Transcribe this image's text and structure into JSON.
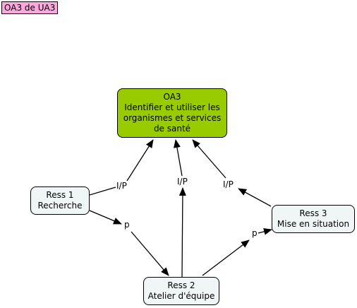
{
  "page_tag": "OA3 de UA3",
  "colors": {
    "tag_fill": "#FFA8E0",
    "main_fill": "#99CC00",
    "resource_fill": "#F0F6F6",
    "line": "#000000"
  },
  "nodes": {
    "main": {
      "title": "OA3",
      "lines": [
        "Identifier et utiliser les",
        "organismes et services",
        "de santé"
      ]
    },
    "ress1": {
      "title": "Ress 1",
      "subtitle": "Recherche"
    },
    "ress2": {
      "title": "Ress 2",
      "subtitle": "Atelier d'équipe"
    },
    "ress3": {
      "title": "Ress 3",
      "subtitle": "Mise en situation"
    }
  },
  "link_labels": {
    "ress1_to_main": "I/P",
    "ress2_to_main": "I/P",
    "ress3_to_main": "I/P",
    "ress1_to_ress2": "p",
    "ress2_to_ress3": "p"
  }
}
